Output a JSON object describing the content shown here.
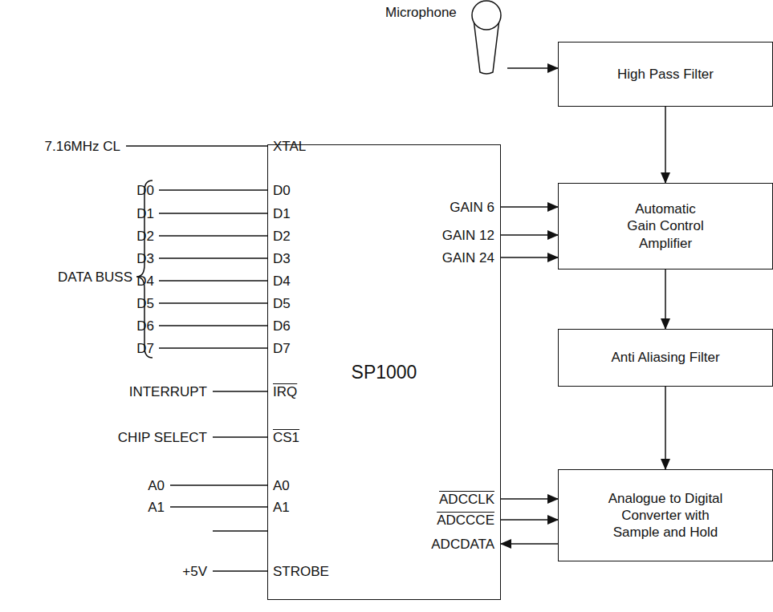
{
  "diagram": {
    "nodes": [
      {
        "text": [
          "SP1000"
        ]
      },
      {
        "text": [
          "Microphone"
        ]
      },
      {
        "text": [
          "High Pass Filter"
        ]
      },
      {
        "text": [
          "Automatic Gain Control Amplifier"
        ]
      },
      {
        "text": [
          "Anti Aliasing Filter"
        ]
      },
      {
        "text": [
          "Analogue to Digital Converter with Sample and Hold"
        ]
      }
    ],
    "edges": [
      {
        "from": 1,
        "to": 2,
        "arrow": "to"
      },
      {
        "from": 2,
        "to": 3,
        "arrow": "to"
      },
      {
        "from": 3,
        "to": 4,
        "arrow": "to"
      },
      {
        "from": 4,
        "to": 5,
        "arrow": "to"
      },
      {
        "from": 0,
        "to": 3,
        "arrow": "to"
      },
      {
        "from": 0,
        "to": 3,
        "arrow": "to"
      },
      {
        "from": 0,
        "to": 3,
        "arrow": "to"
      },
      {
        "from": 0,
        "to": 5,
        "arrow": "to"
      },
      {
        "from": 0,
        "to": 5,
        "arrow": "to"
      },
      {
        "from": 5,
        "to": 0,
        "arrow": "to"
      }
    ],
    "labels": [
      "7.16MHz CL",
      "XTAL",
      "DATA BUSS",
      "D0",
      "D1",
      "D2",
      "D3",
      "D4",
      "D5",
      "D6",
      "D7",
      "D0",
      "D1",
      "D2",
      "D3",
      "D4",
      "D5",
      "D6",
      "D7",
      "INTERRUPT",
      "IRQ",
      "CHIP SELECT",
      "CS1",
      "A0",
      "A0",
      "A1",
      "A1",
      "+5V",
      "STROBE",
      "GAIN 6",
      "GAIN 12",
      "GAIN 24",
      "ADCCLK",
      "ADCCCE",
      "ADCDATA"
    ]
  }
}
